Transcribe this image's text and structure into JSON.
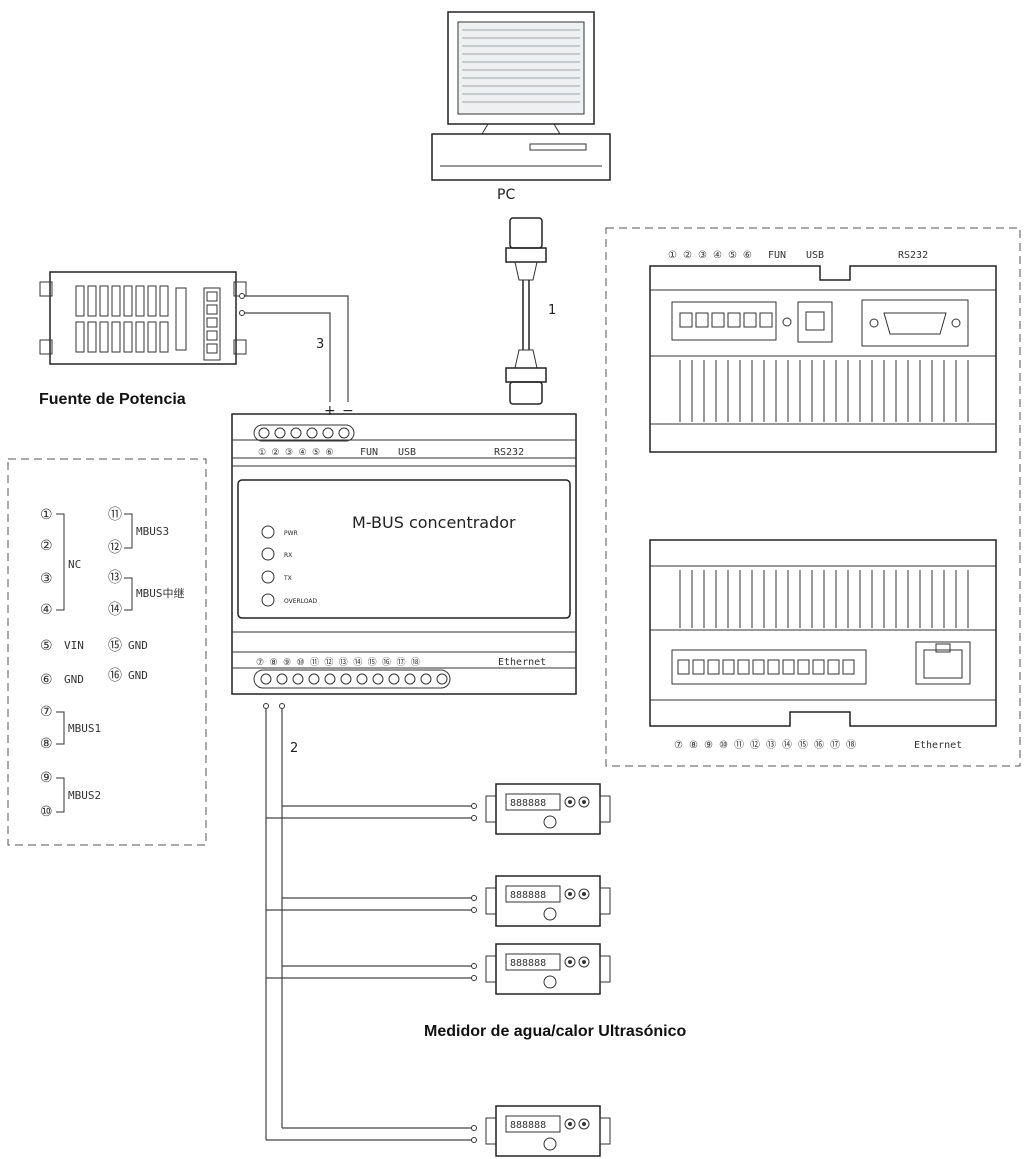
{
  "pc": {
    "label": "PC"
  },
  "power_supply": {
    "label": "Fuente de Potencia",
    "plus": "+",
    "minus": "−"
  },
  "cables": {
    "c1": "1",
    "c2": "2",
    "c3": "3"
  },
  "concentrator": {
    "title": "M-BUS concentrador",
    "top_labels": [
      "FUN",
      "USB",
      "RS232"
    ],
    "leds": [
      "PWR",
      "RX",
      "TX",
      "OVERLOAD"
    ],
    "ethernet": "Ethernet"
  },
  "terminal_legend": {
    "left": [
      {
        "num": "①",
        "text": ""
      },
      {
        "num": "②",
        "text": "NC"
      },
      {
        "num": "③",
        "text": ""
      },
      {
        "num": "④",
        "text": ""
      },
      {
        "num": "⑤",
        "text": "VIN"
      },
      {
        "num": "⑥",
        "text": "GND"
      },
      {
        "num": "⑦",
        "text": "MBUS1"
      },
      {
        "num": "⑧",
        "text": ""
      },
      {
        "num": "⑨",
        "text": "MBUS2"
      },
      {
        "num": "⑩",
        "text": ""
      }
    ],
    "right": [
      {
        "num": "⑪",
        "text": "MBUS3"
      },
      {
        "num": "⑫",
        "text": ""
      },
      {
        "num": "⑬",
        "text": "MBUS中继"
      },
      {
        "num": "⑭",
        "text": ""
      },
      {
        "num": "⑮",
        "text": "GND"
      },
      {
        "num": "⑯",
        "text": "GND"
      }
    ]
  },
  "detail_top": {
    "labels": [
      "① ② ③ ④ ⑤ ⑥",
      "FUN",
      "USB",
      "RS232"
    ]
  },
  "detail_bottom": {
    "numbers": "⑦ ⑧ ⑨ ⑩ ⑪ ⑫ ⑬ ⑭ ⑮ ⑯ ⑰ ⑱",
    "ethernet": "Ethernet"
  },
  "meter": {
    "display": "888888",
    "label": "Medidor de agua/calor Ultrasónico"
  }
}
